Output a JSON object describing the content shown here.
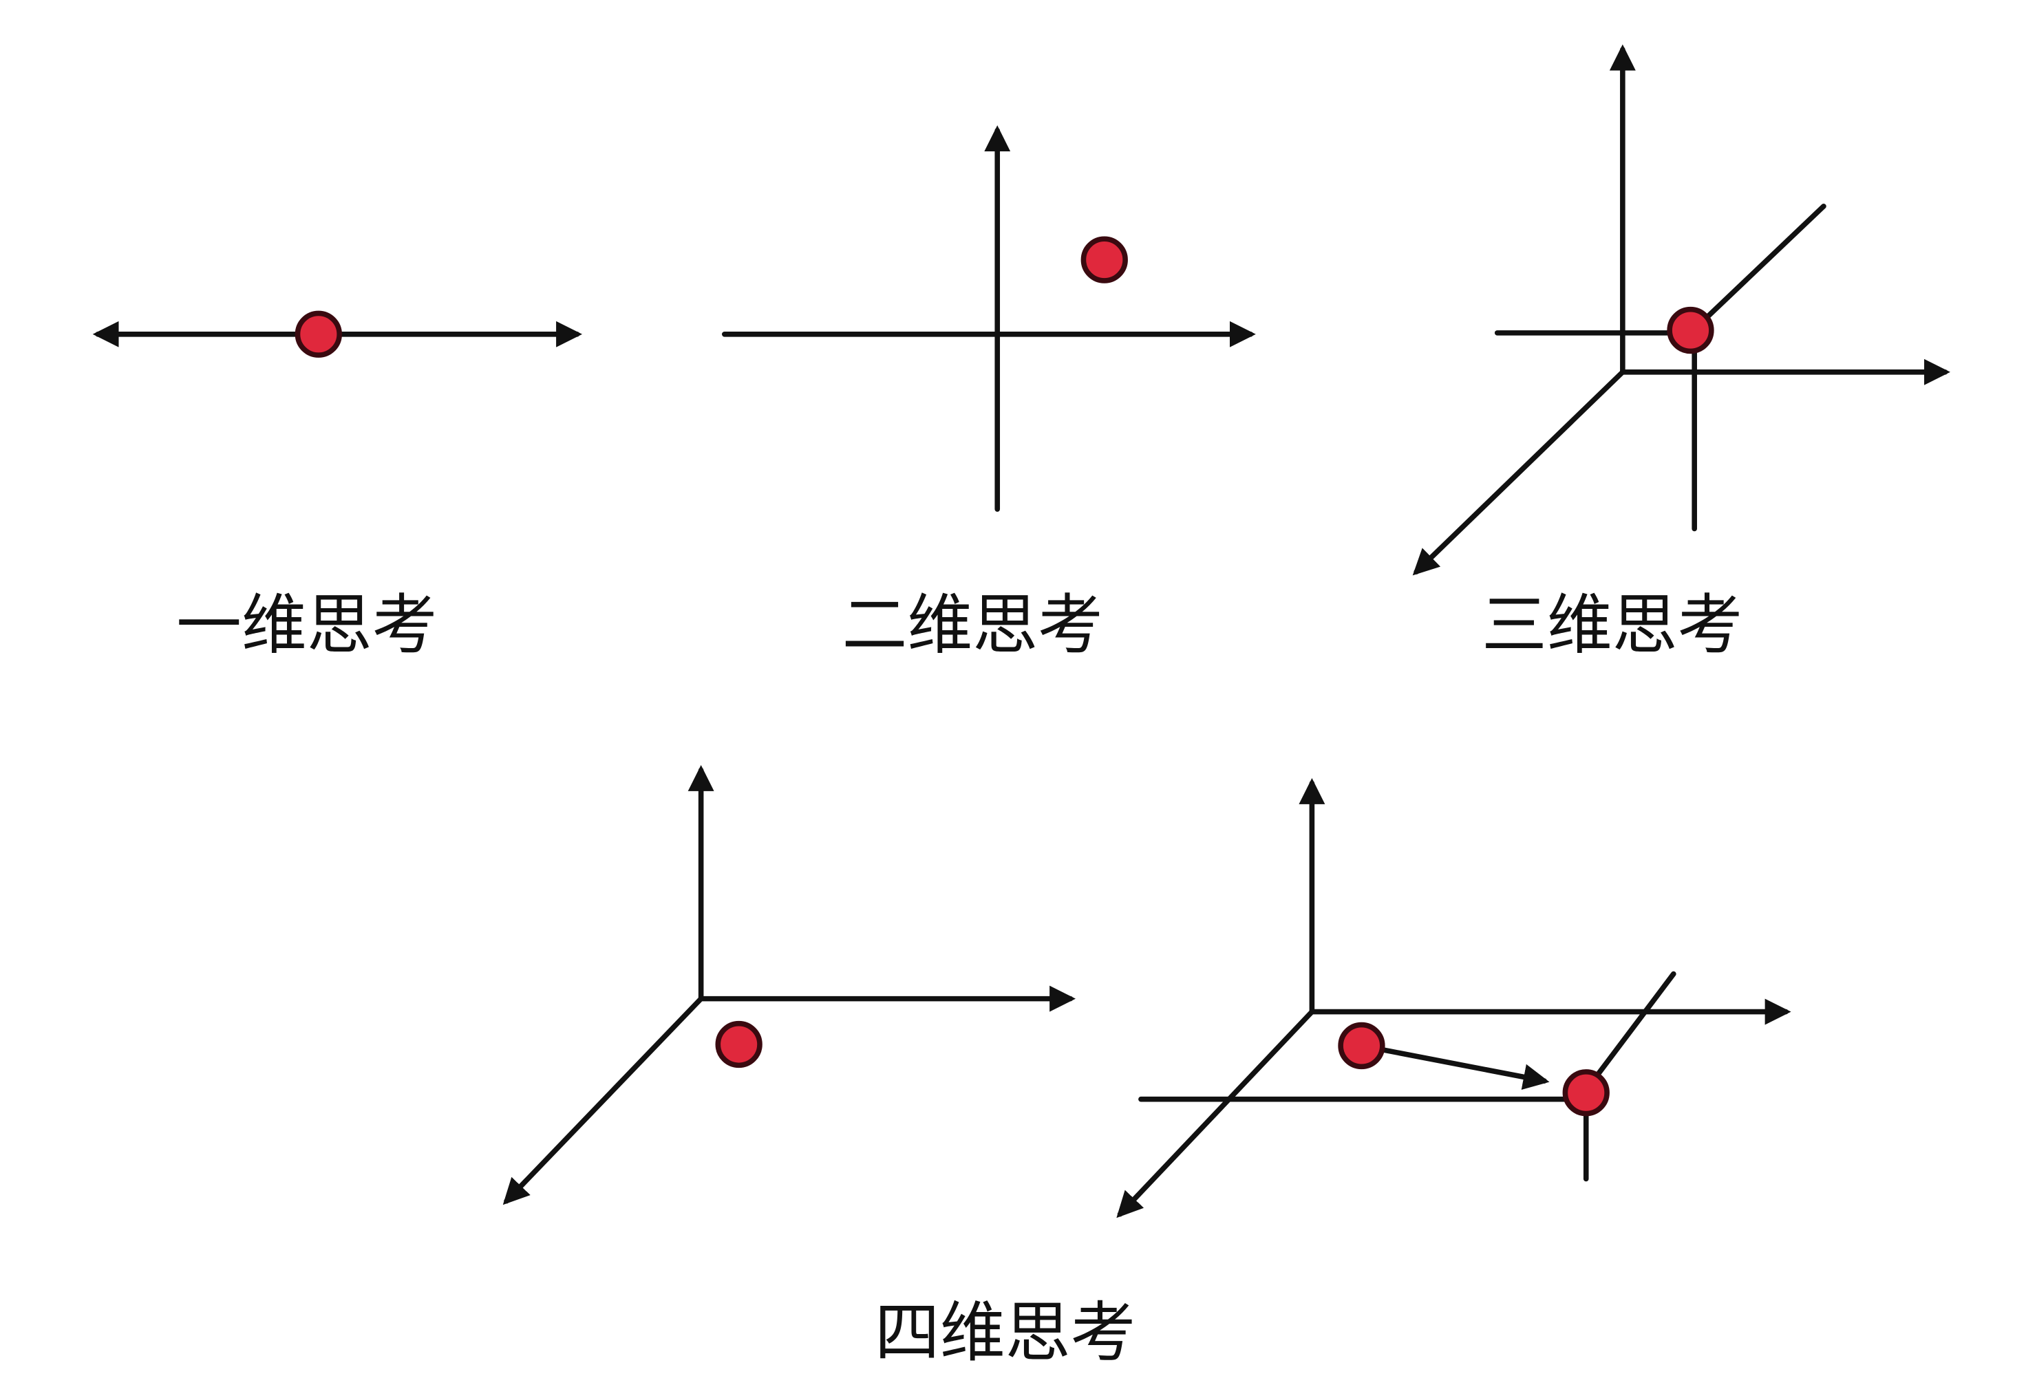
{
  "panels": {
    "one_d": {
      "label": "一维思考"
    },
    "two_d": {
      "label": "二维思考"
    },
    "three_d": {
      "label": "三维思考"
    },
    "four_d": {
      "label": "四维思考"
    }
  },
  "colors": {
    "point": "#e0283c",
    "axis": "#111111"
  }
}
